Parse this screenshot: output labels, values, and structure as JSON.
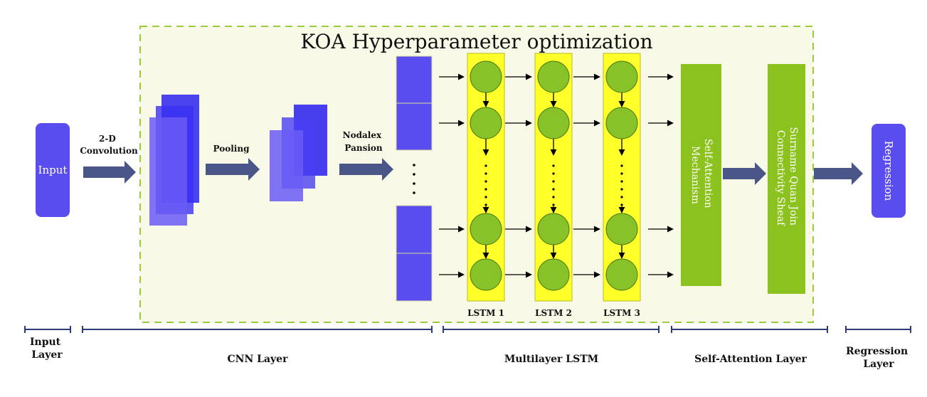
{
  "title": "KOA Hyperparameter optimization",
  "blocks": {
    "input": "Input",
    "regression": "Regression",
    "self_attention": [
      "Self-Attention",
      "Mechanism"
    ],
    "sheaf": [
      "Surname Quan Join",
      "Connectivity Sheaf"
    ]
  },
  "ops": {
    "conv": [
      "2-D",
      "Convolution"
    ],
    "pooling": "Pooling",
    "nodalex": [
      "Nodalex",
      "Pansion"
    ]
  },
  "lstm_labels": [
    "LSTM 1",
    "LSTM 2",
    "LSTM 3"
  ],
  "layers": {
    "input": [
      "Input",
      "Layer"
    ],
    "cnn": "CNN Layer",
    "lstm": "Multilayer LSTM",
    "attention": "Self-Attention Layer",
    "regression": [
      "Regression",
      "Layer"
    ]
  },
  "colors": {
    "region_fill": "#f8f9e6",
    "region_border": "#9acd3c",
    "blue_block": "#5a4df0",
    "feature_map": "#6a5cf6",
    "feature_map_dark": "#1a10f0",
    "lstm_column": "#ffff2a",
    "lstm_node": "#86c228",
    "green_block": "#8bc21e",
    "arrow": "#4a5688",
    "bracket": "#2d3a7a"
  }
}
